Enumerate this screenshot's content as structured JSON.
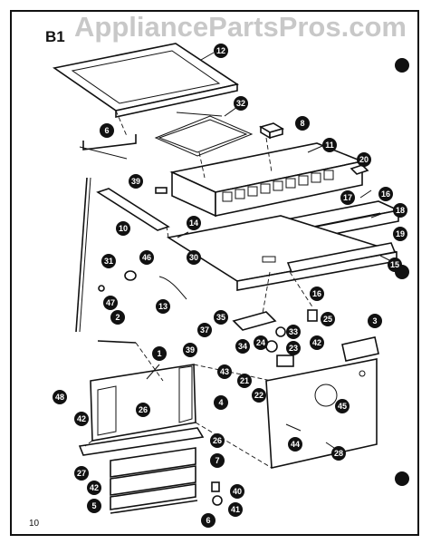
{
  "watermark": "AppliancePartsPros.com",
  "section_label": "B1",
  "page_number": "10",
  "callouts": [
    "12",
    "8",
    "32",
    "6",
    "11",
    "20",
    "39",
    "10",
    "17",
    "16",
    "18",
    "14",
    "19",
    "30",
    "15",
    "31",
    "46",
    "13",
    "47",
    "16",
    "35",
    "25",
    "3",
    "37",
    "33",
    "2",
    "34",
    "24",
    "23",
    "1",
    "39",
    "43",
    "42",
    "21",
    "22",
    "45",
    "48",
    "42",
    "4",
    "26",
    "44",
    "26",
    "7",
    "27",
    "28",
    "42",
    "40",
    "5",
    "41",
    "6"
  ]
}
